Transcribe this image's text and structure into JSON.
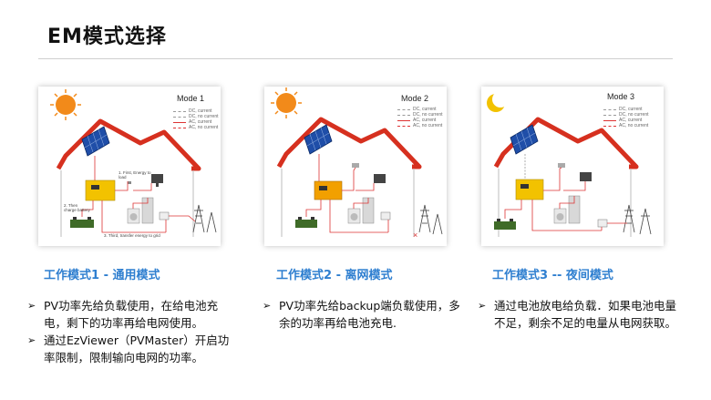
{
  "page_title": "EM模式选择",
  "panels": [
    {
      "mode_label": "Mode 1",
      "legend": [
        "DC, current",
        "DC, no current",
        "AC, current",
        "AC, no current"
      ],
      "annotations": [
        "1. First, Energy to load",
        "2. Then charge battery",
        "3. Third, transfer energy to grid"
      ],
      "heading": "工作模式1 - 通用模式",
      "bullets": [
        "PV功率先给负载使用，在给电池充电，剩下的功率再给电网使用。",
        "通过EzViewer（PVMaster）开启功率限制，限制输向电网的功率。"
      ]
    },
    {
      "mode_label": "Mode 2",
      "legend": [
        "DC, current",
        "DC, no current",
        "AC, current",
        "AC, no current"
      ],
      "heading": "工作模式2 - 离网模式",
      "bullets": [
        "PV功率先给backup端负载使用，多余的功率再给电池充电."
      ]
    },
    {
      "mode_label": "Mode 3",
      "legend": [
        "DC, current",
        "DC, no current",
        "AC, current",
        "AC, no current"
      ],
      "heading": "工作模式3 -- 夜间模式",
      "bullets": [
        "通过电池放电给负载．如果电池电量不足，剩余不足的电量从电网获取。"
      ]
    }
  ],
  "colors": {
    "heading_blue": "#2f7fd0",
    "house_red": "#d6301f",
    "inverter_yellow": "#f2c200",
    "sun_orange": "#f28a1a"
  }
}
